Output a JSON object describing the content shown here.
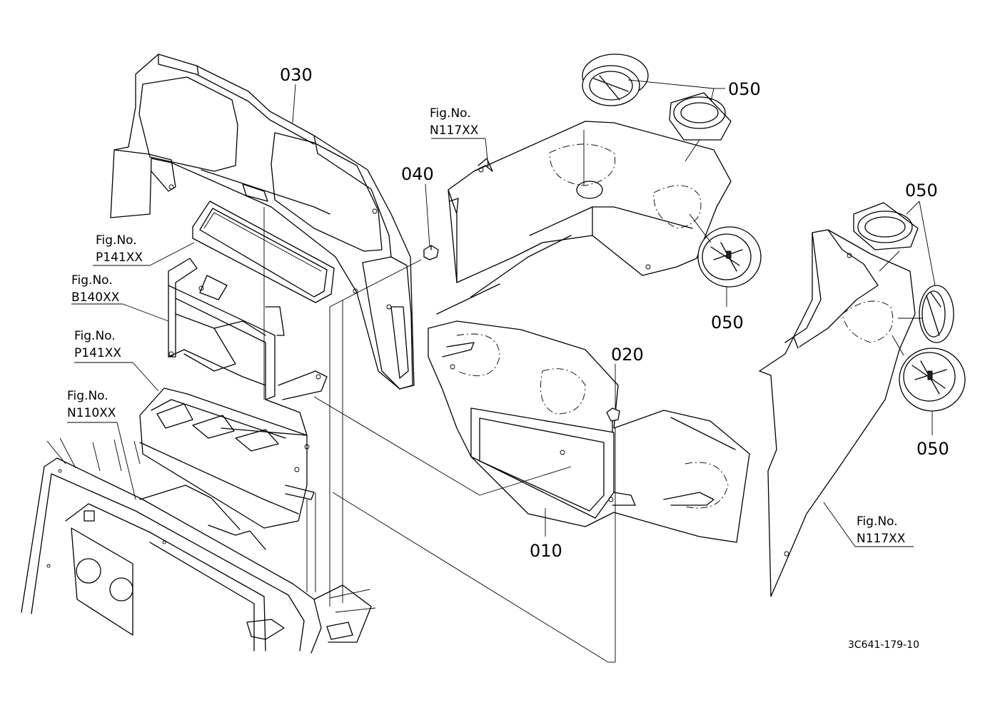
{
  "parts": {
    "p010": "010",
    "p020": "020",
    "p030": "030",
    "p040": "040",
    "p050_top": "050",
    "p050_mid": "050",
    "p050_right_top": "050",
    "p050_right_bottom": "050"
  },
  "figure_refs": {
    "n117_top": {
      "line1": "Fig.No.",
      "line2": "N117XX"
    },
    "p141_upper": {
      "line1": "Fig.No.",
      "line2": "P141XX"
    },
    "b140": {
      "line1": "Fig.No.",
      "line2": "B140XX"
    },
    "p141_lower": {
      "line1": "Fig.No.",
      "line2": "P141XX"
    },
    "n110": {
      "line1": "Fig.No.",
      "line2": "N110XX"
    },
    "n117_right": {
      "line1": "Fig.No.",
      "line2": "N117XX"
    }
  },
  "diagram_code": "3C641-179-10"
}
